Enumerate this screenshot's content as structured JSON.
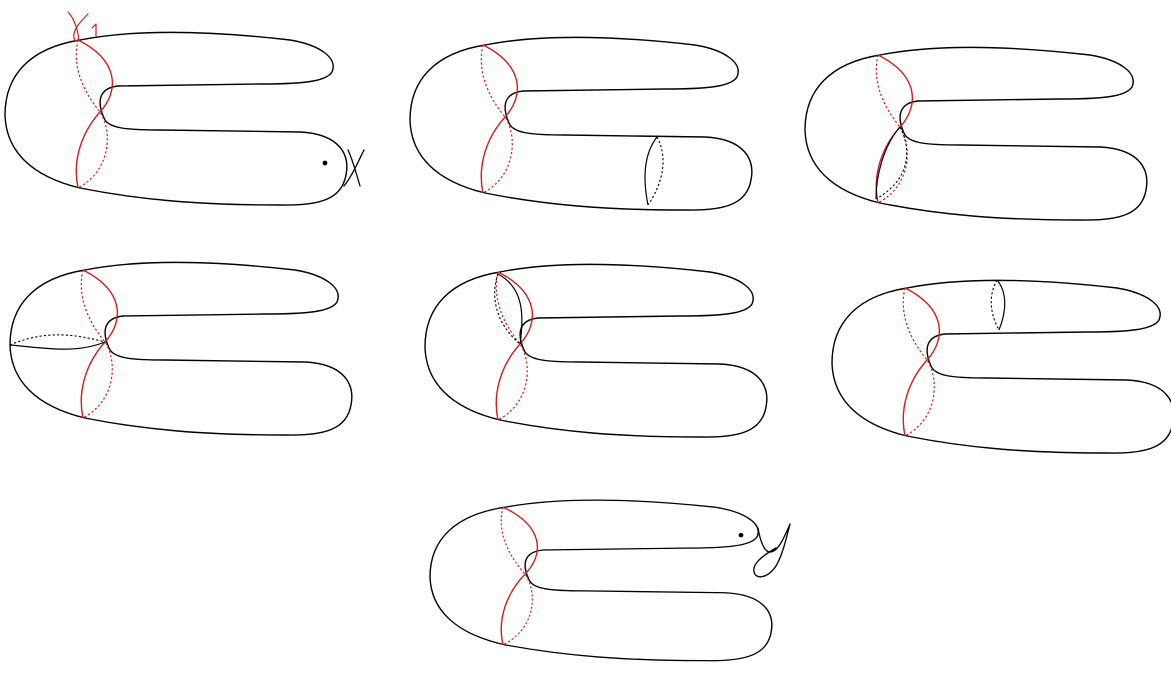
{
  "figure": {
    "panels": [
      {
        "id": "p1",
        "label": "x",
        "curve_label": "γ1",
        "marker": "point",
        "black_curve": "none"
      },
      {
        "id": "p2",
        "black_curve": "right-tube-meridian"
      },
      {
        "id": "p3",
        "black_curve": "lower-left-meridian"
      },
      {
        "id": "p4",
        "black_curve": "outer-left-arc"
      },
      {
        "id": "p5",
        "black_curve": "upper-left-meridian"
      },
      {
        "id": "p6",
        "black_curve": "upper-tube-meridian"
      },
      {
        "id": "p7",
        "label": "y",
        "marker": "point",
        "black_curve": "none"
      }
    ]
  },
  "colors": {
    "accent": "#cc1f1f",
    "outline": "#000000",
    "background": "#ffffff"
  }
}
